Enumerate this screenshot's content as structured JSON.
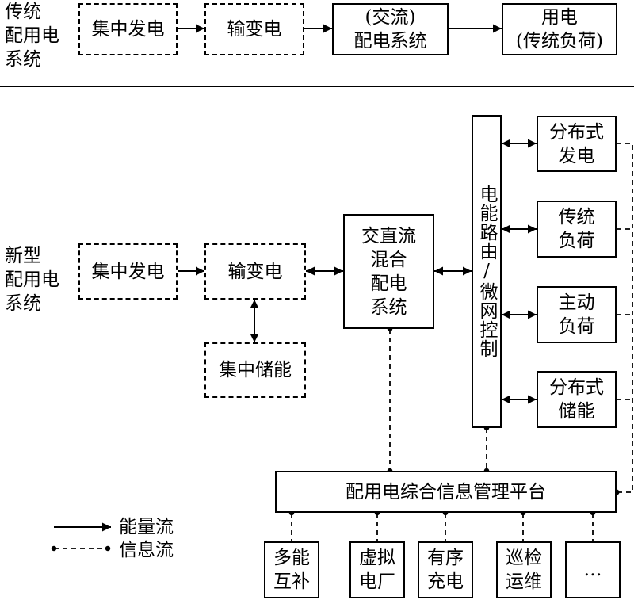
{
  "traditional": {
    "title": [
      "传统",
      "配用电",
      "系统"
    ],
    "gen": "集中发电",
    "trans": "输变电",
    "dist": [
      "(交流)",
      "配电系统"
    ],
    "load": [
      "用电",
      "(传统负荷)"
    ]
  },
  "new": {
    "title": [
      "新型",
      "配用电",
      "系统"
    ],
    "gen": "集中发电",
    "trans": "输变电",
    "storage": "集中储能",
    "hybrid": [
      "交直流",
      "混合",
      "配电",
      "系统"
    ],
    "router": "电能路由/微网控制",
    "right_boxes": [
      [
        "分布式",
        "发电"
      ],
      [
        "传统",
        "负荷"
      ],
      [
        "主动",
        "负荷"
      ],
      [
        "分布式",
        "储能"
      ]
    ],
    "platform": "配用电综合信息管理平台",
    "bottom_boxes": [
      [
        "多能",
        "互补"
      ],
      [
        "虚拟",
        "电厂"
      ],
      [
        "有序",
        "充电"
      ],
      [
        "巡检",
        "运维"
      ],
      [
        "…"
      ]
    ]
  },
  "legend": {
    "energy": "能量流",
    "info": "信息流"
  }
}
